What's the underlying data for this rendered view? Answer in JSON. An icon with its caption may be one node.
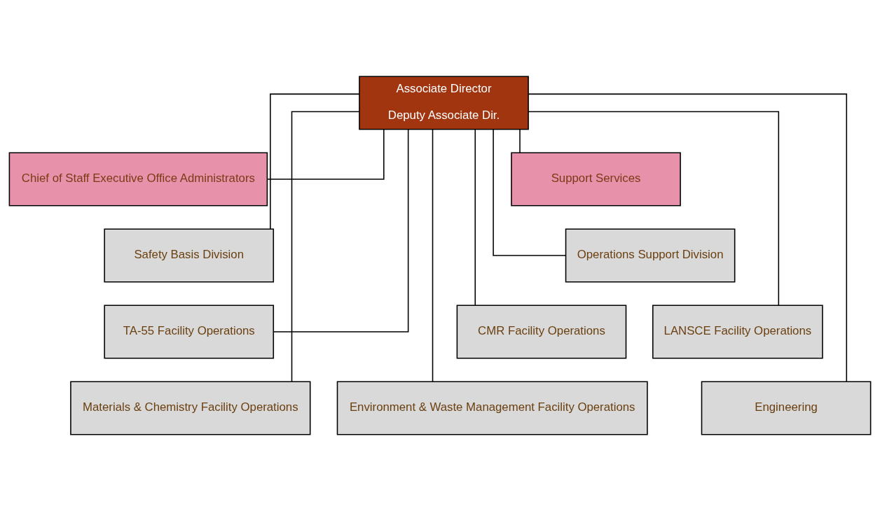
{
  "diagram": {
    "nodes": [
      {
        "text": [
          "Associate Director",
          "Deputy Associate Dir."
        ]
      },
      {
        "text": [
          "Chief of Staff Executive Office Administrators"
        ]
      },
      {
        "text": [
          "Support Services"
        ]
      },
      {
        "text": [
          "Safety Basis Division"
        ]
      },
      {
        "text": [
          "Operations Support Division"
        ]
      },
      {
        "text": [
          "TA-55 Facility Operations"
        ]
      },
      {
        "text": [
          "CMR Facility Operations"
        ]
      },
      {
        "text": [
          "LANSCE Facility Operations"
        ]
      },
      {
        "text": [
          "Materials & Chemistry Facility Operations"
        ]
      },
      {
        "text": [
          "Environment & Waste Management Facility Operations"
        ]
      },
      {
        "text": [
          "Engineering"
        ]
      }
    ],
    "edges": [
      {
        "from": 0,
        "to": 1,
        "arrow": "none"
      },
      {
        "from": 0,
        "to": 2,
        "arrow": "none"
      },
      {
        "from": 0,
        "to": 3,
        "arrow": "none"
      },
      {
        "from": 0,
        "to": 4,
        "arrow": "none"
      },
      {
        "from": 0,
        "to": 5,
        "arrow": "none"
      },
      {
        "from": 0,
        "to": 8,
        "arrow": "none"
      },
      {
        "from": 0,
        "to": 6,
        "arrow": "none"
      },
      {
        "from": 0,
        "to": 9,
        "arrow": "none"
      },
      {
        "from": 0,
        "to": 7,
        "arrow": "none"
      },
      {
        "from": 0,
        "to": 10,
        "arrow": "none"
      }
    ]
  }
}
